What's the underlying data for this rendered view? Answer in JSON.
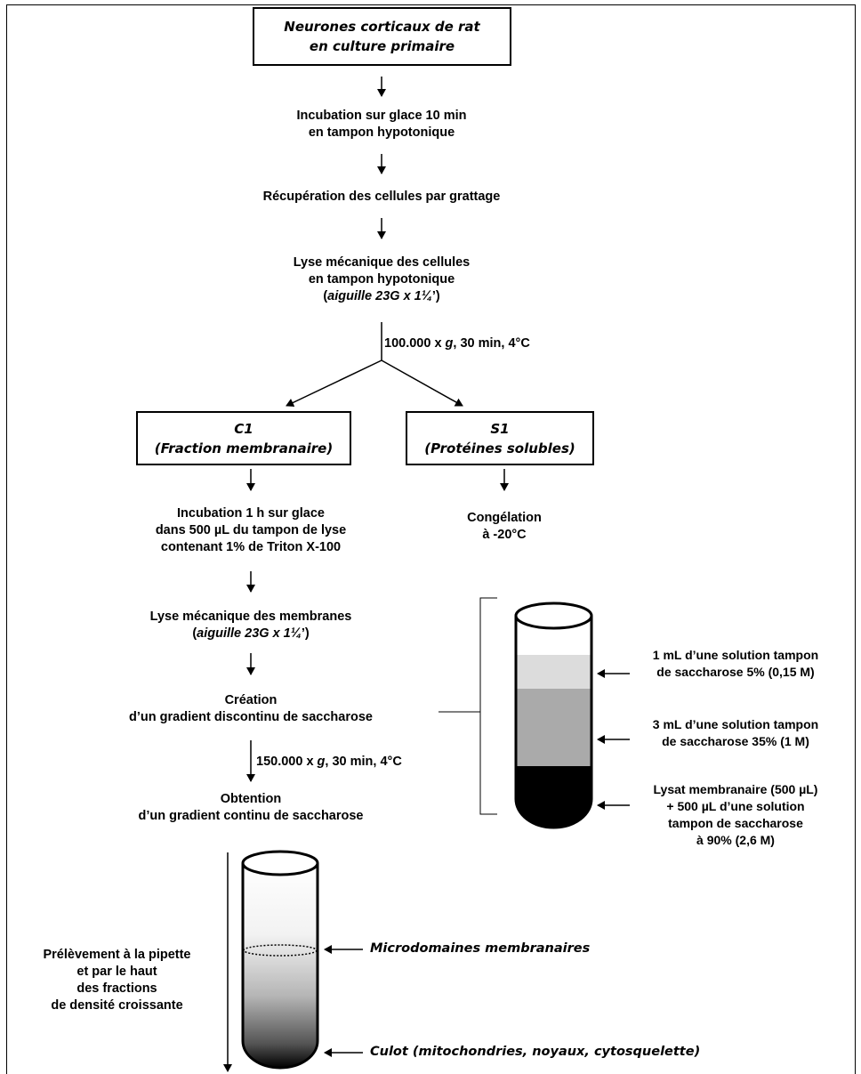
{
  "start_box": {
    "line1": "Neurones corticaux de rat",
    "line2": "en culture primaire"
  },
  "steps": {
    "incubation_glace": [
      "Incubation sur glace 10 min",
      "en tampon hypotonique"
    ],
    "recuperation": "Récupération des cellules par grattage",
    "lyse_cellules": [
      "Lyse mécanique des cellules",
      "en tampon hypotonique"
    ],
    "lyse_cellules_tool": {
      "italic": "aiguille 23G x 1¼",
      "suffix": "’)"
    },
    "centrifugation1": {
      "prefix": "100.000 x ",
      "g": "g",
      "suffix": ", 30 min, 4°C"
    },
    "incubation_triton": [
      "Incubation 1 h sur glace",
      "dans 500 µL du tampon de lyse",
      "contenant 1% de Triton X-100"
    ],
    "congelation": [
      "Congélation",
      "à -20°C"
    ],
    "lyse_membranes": "Lyse mécanique des membranes",
    "lyse_membranes_tool": {
      "italic": "aiguille 23G x 1¼",
      "suffix": "’)"
    },
    "creation": [
      "Création",
      "d’un gradient discontinu de saccharose"
    ],
    "centrifugation2": {
      "prefix": "150.000 x ",
      "g": "g",
      "suffix": ", 30 min, 4°C"
    },
    "obtention": [
      "Obtention",
      "d’un gradient continu de saccharose"
    ],
    "prelevement": [
      "Prélèvement à la pipette",
      "et par le haut",
      "des fractions",
      "de densité croissante"
    ]
  },
  "box_c1": {
    "title": "C1",
    "subtitle": "Fraction membranaire"
  },
  "box_s1": {
    "title": "S1",
    "subtitle": "(Protéines solubles)"
  },
  "tube1_labels": {
    "layer1": [
      "1 mL d’une solution tampon",
      "de saccharose 5% (0,15 M)"
    ],
    "layer2": [
      "3 mL d’une solution tampon",
      "de saccharose 35% (1 M)"
    ],
    "layer3": [
      "Lysat membranaire (500 µL)",
      "+ 500 µL d’une solution",
      "tampon de saccharose",
      "à 90% (2,6 M)"
    ]
  },
  "tube2_labels": {
    "microdomaines": "Microdomaines membranaires",
    "culot_prefix": "Culot (",
    "culot_italic": "mitochondries, noyaux, cytosquelette",
    "culot_suffix": ")"
  },
  "colors": {
    "layer_light": "#dcdcdc",
    "layer_mid": "#aaaaaa",
    "pellet": "#000000"
  }
}
